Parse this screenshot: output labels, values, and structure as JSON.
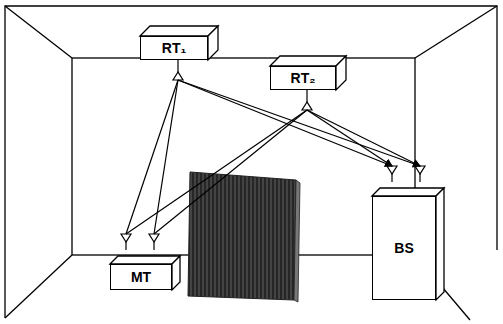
{
  "diagram": {
    "nodes": [
      {
        "text": [
          "RT₁"
        ]
      },
      {
        "text": [
          "RT₂"
        ]
      },
      {
        "text": [
          "MT"
        ]
      },
      {
        "text": [
          "BS"
        ]
      }
    ],
    "edges": [
      {
        "from": 2,
        "to": 0,
        "arrow": "none"
      },
      {
        "from": 2,
        "to": 1,
        "arrow": "none"
      },
      {
        "from": 0,
        "to": 3,
        "arrow": "to"
      },
      {
        "from": 1,
        "to": 3,
        "arrow": "to"
      }
    ]
  }
}
